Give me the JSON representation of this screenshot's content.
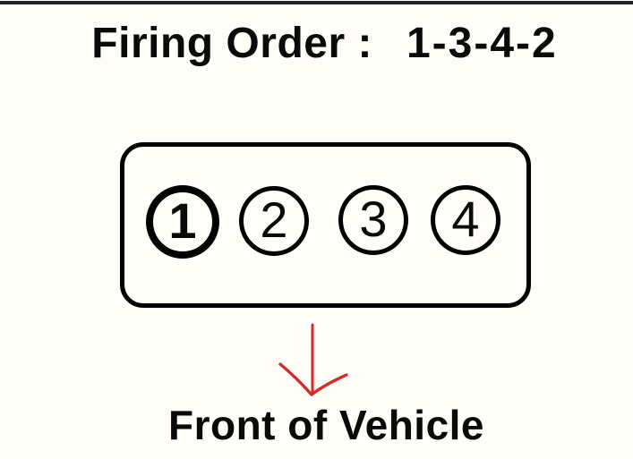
{
  "colors": {
    "background": "#fefdf7",
    "top_bar": "#1c2630",
    "outline_ink": "#000000",
    "arrow_red": "#d32b2b"
  },
  "title": {
    "label": "Firing Order :",
    "value": "1-3-4-2"
  },
  "diagram": {
    "cylinders": [
      {
        "number": "1",
        "emphasized": true
      },
      {
        "number": "2",
        "emphasized": false
      },
      {
        "number": "3",
        "emphasized": false
      },
      {
        "number": "4",
        "emphasized": false
      }
    ],
    "arrow_color": "#d32b2b",
    "caption": "Front of Vehicle"
  }
}
